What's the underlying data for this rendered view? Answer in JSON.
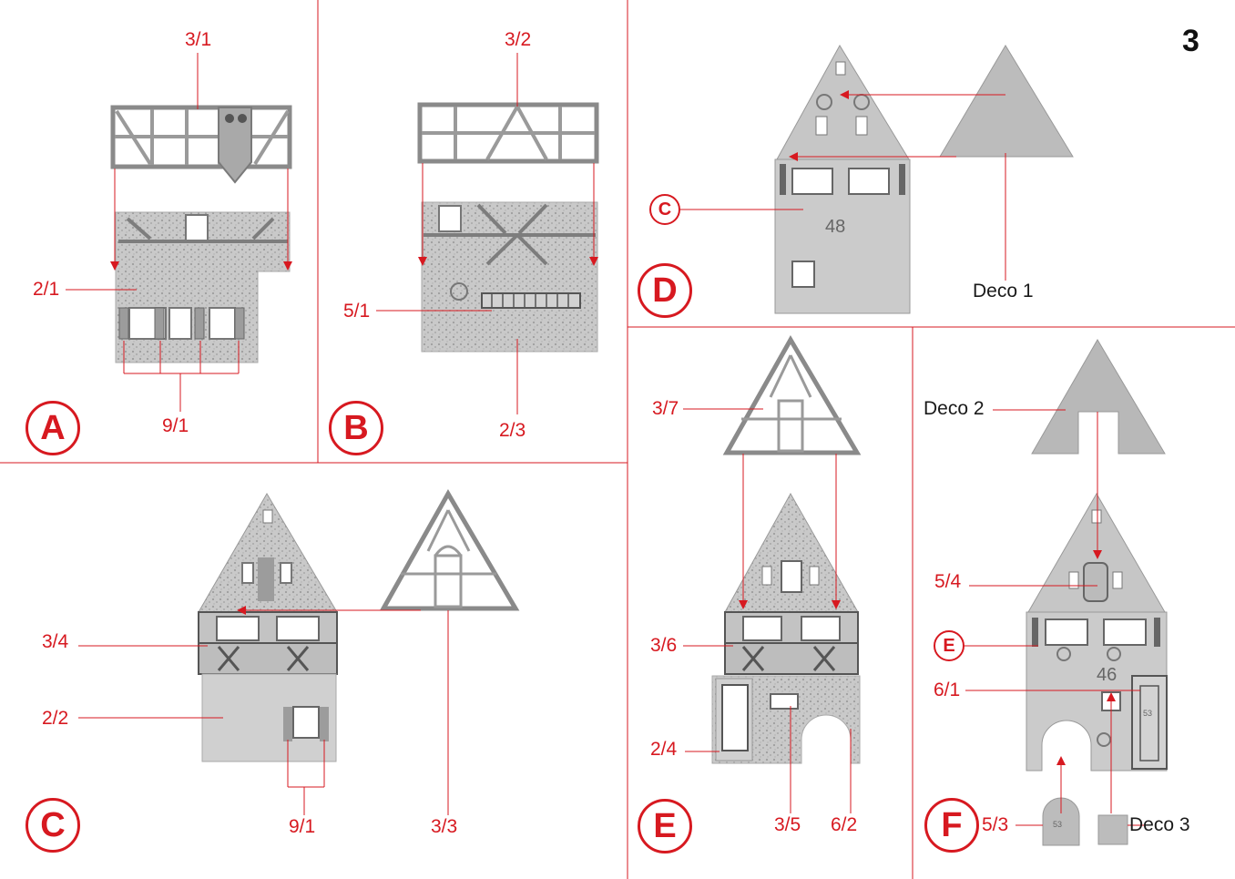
{
  "page_number": "3",
  "steps": {
    "A": {
      "badge": "A",
      "labels": {
        "top": "3/1",
        "left": "2/1",
        "bottom": "9/1"
      }
    },
    "B": {
      "badge": "B",
      "labels": {
        "top": "3/2",
        "left": "5/1",
        "bottom": "2/3"
      }
    },
    "C": {
      "badge": "C",
      "labels": {
        "l1": "3/4",
        "l2": "2/2",
        "b1": "9/1",
        "b2": "3/3"
      }
    },
    "D": {
      "badge": "D",
      "ref_badge": "C",
      "house_number": "48",
      "labels": {
        "deco": "Deco 1"
      }
    },
    "E": {
      "badge": "E",
      "labels": {
        "l1": "3/7",
        "l2": "3/6",
        "l3": "2/4",
        "b1": "3/5",
        "b2": "6/2"
      }
    },
    "F": {
      "badge": "F",
      "ref_badge": "E",
      "house_number": "46",
      "part_marks": [
        "53",
        "53"
      ],
      "labels": {
        "deco2": "Deco 2",
        "l1": "5/4",
        "l2": "6/1",
        "b1": "5/3",
        "deco3": "Deco 3"
      }
    }
  },
  "colors": {
    "accent": "#d71920",
    "grey": "#bdbdbd",
    "dark": "#555555"
  }
}
